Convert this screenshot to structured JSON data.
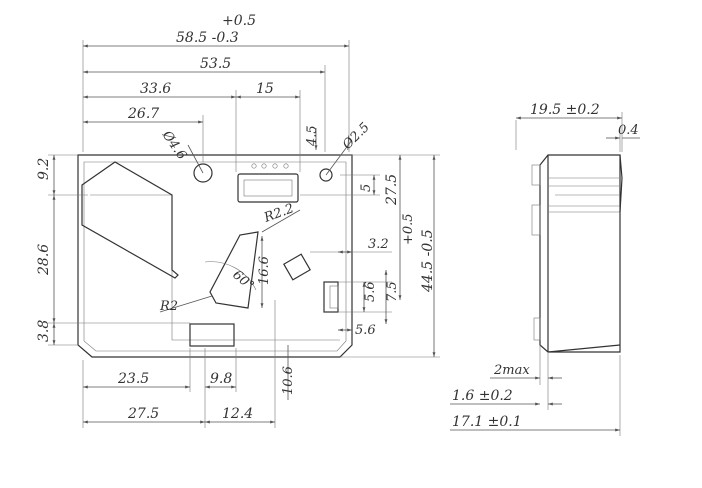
{
  "front_view": {
    "top_dims": {
      "tol_upper": "+0.5",
      "overall_width": "58.5 -0.3",
      "width_53": "53.5",
      "width_336": "33.6",
      "width_15": "15",
      "width_267": "26.7",
      "dim_45": "4.5",
      "hole_a": "Ø4.6",
      "hole_b": "Ø2.5"
    },
    "left_dims": {
      "d92": "9.2",
      "d286": "28.6",
      "d38": "3.8"
    },
    "right_dims": {
      "d5": "5",
      "d275": "27.5",
      "tol_plus": "+0.5",
      "d445": "44.5 -0.5",
      "d32": "3.2",
      "d56a": "5.6",
      "d75": "7.5",
      "d56b": "5.6"
    },
    "inner_labels": {
      "r22": "R2.2",
      "angle": "60°",
      "r2": "R2",
      "d166": "16.6"
    },
    "bottom_dims": {
      "d235": "23.5",
      "d98": "9.8",
      "d106": "10.6",
      "d275": "27.5",
      "d124": "12.4"
    }
  },
  "side_view": {
    "d195": "19.5 ±0.2",
    "d04": "0.4",
    "d2max": "2max",
    "d16": "1.6 ±0.2",
    "d171": "17.1 ±0.1"
  }
}
